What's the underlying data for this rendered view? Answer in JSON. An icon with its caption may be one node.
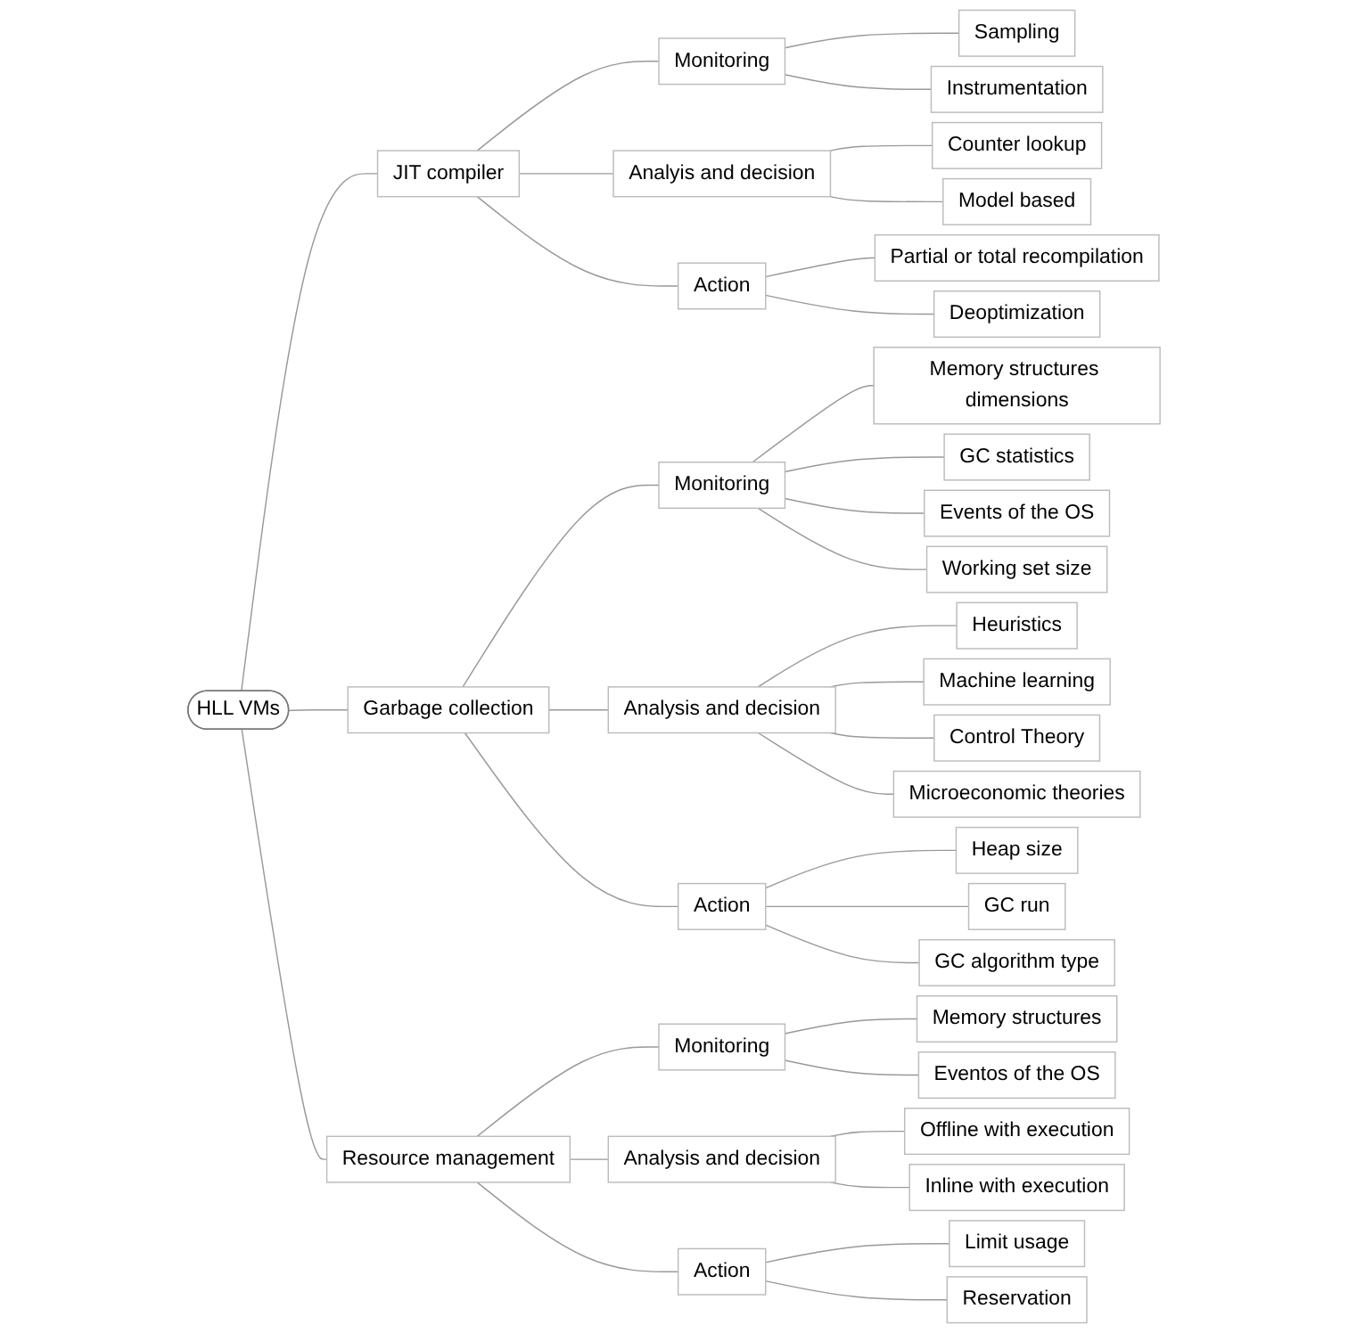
{
  "diagram": {
    "nodes": [
      {
        "text": [
          "HLL VMs"
        ]
      },
      {
        "text": [
          "JIT compiler"
        ]
      },
      {
        "text": [
          "Monitoring"
        ]
      },
      {
        "text": [
          "Sampling"
        ]
      },
      {
        "text": [
          "Instrumentation"
        ]
      },
      {
        "text": [
          "Analyis and decision"
        ]
      },
      {
        "text": [
          "Counter lookup"
        ]
      },
      {
        "text": [
          "Model based"
        ]
      },
      {
        "text": [
          "Action"
        ]
      },
      {
        "text": [
          "Partial or total recompilation"
        ]
      },
      {
        "text": [
          "Deoptimization"
        ]
      },
      {
        "text": [
          "Garbage collection"
        ]
      },
      {
        "text": [
          "Monitoring"
        ]
      },
      {
        "text": [
          "Memory structures dimensions"
        ]
      },
      {
        "text": [
          "GC statistics"
        ]
      },
      {
        "text": [
          "Events of the OS"
        ]
      },
      {
        "text": [
          "Working set size"
        ]
      },
      {
        "text": [
          "Analysis and decision"
        ]
      },
      {
        "text": [
          "Heuristics"
        ]
      },
      {
        "text": [
          "Machine learning"
        ]
      },
      {
        "text": [
          "Control Theory"
        ]
      },
      {
        "text": [
          "Microeconomic theories"
        ]
      },
      {
        "text": [
          "Action"
        ]
      },
      {
        "text": [
          "Heap size"
        ]
      },
      {
        "text": [
          "GC run"
        ]
      },
      {
        "text": [
          "GC algorithm type"
        ]
      },
      {
        "text": [
          "Resource management"
        ]
      },
      {
        "text": [
          "Monitoring"
        ]
      },
      {
        "text": [
          "Memory structures"
        ]
      },
      {
        "text": [
          "Eventos of the OS"
        ]
      },
      {
        "text": [
          "Analysis and decision"
        ]
      },
      {
        "text": [
          "Offline with execution"
        ]
      },
      {
        "text": [
          "Inline with execution"
        ]
      },
      {
        "text": [
          "Action"
        ]
      },
      {
        "text": [
          "Limit usage"
        ]
      },
      {
        "text": [
          "Reservation"
        ]
      }
    ],
    "edges": [
      {
        "from": 0,
        "to": 1,
        "arrow": "none"
      },
      {
        "from": 1,
        "to": 2,
        "arrow": "none"
      },
      {
        "from": 2,
        "to": 3,
        "arrow": "none"
      },
      {
        "from": 2,
        "to": 4,
        "arrow": "none"
      },
      {
        "from": 1,
        "to": 5,
        "arrow": "none"
      },
      {
        "from": 5,
        "to": 6,
        "arrow": "none"
      },
      {
        "from": 5,
        "to": 7,
        "arrow": "none"
      },
      {
        "from": 1,
        "to": 8,
        "arrow": "none"
      },
      {
        "from": 8,
        "to": 9,
        "arrow": "none"
      },
      {
        "from": 8,
        "to": 10,
        "arrow": "none"
      },
      {
        "from": 0,
        "to": 11,
        "arrow": "none"
      },
      {
        "from": 11,
        "to": 12,
        "arrow": "none"
      },
      {
        "from": 12,
        "to": 13,
        "arrow": "none"
      },
      {
        "from": 12,
        "to": 14,
        "arrow": "none"
      },
      {
        "from": 12,
        "to": 15,
        "arrow": "none"
      },
      {
        "from": 12,
        "to": 16,
        "arrow": "none"
      },
      {
        "from": 11,
        "to": 17,
        "arrow": "none"
      },
      {
        "from": 17,
        "to": 18,
        "arrow": "none"
      },
      {
        "from": 17,
        "to": 19,
        "arrow": "none"
      },
      {
        "from": 17,
        "to": 20,
        "arrow": "none"
      },
      {
        "from": 17,
        "to": 21,
        "arrow": "none"
      },
      {
        "from": 11,
        "to": 22,
        "arrow": "none"
      },
      {
        "from": 22,
        "to": 23,
        "arrow": "none"
      },
      {
        "from": 22,
        "to": 24,
        "arrow": "none"
      },
      {
        "from": 22,
        "to": 25,
        "arrow": "none"
      },
      {
        "from": 0,
        "to": 26,
        "arrow": "none"
      },
      {
        "from": 26,
        "to": 27,
        "arrow": "none"
      },
      {
        "from": 27,
        "to": 28,
        "arrow": "none"
      },
      {
        "from": 27,
        "to": 29,
        "arrow": "none"
      },
      {
        "from": 26,
        "to": 30,
        "arrow": "none"
      },
      {
        "from": 30,
        "to": 31,
        "arrow": "none"
      },
      {
        "from": 30,
        "to": 32,
        "arrow": "none"
      },
      {
        "from": 26,
        "to": 33,
        "arrow": "none"
      },
      {
        "from": 33,
        "to": 34,
        "arrow": "none"
      },
      {
        "from": 33,
        "to": 35,
        "arrow": "none"
      }
    ]
  }
}
